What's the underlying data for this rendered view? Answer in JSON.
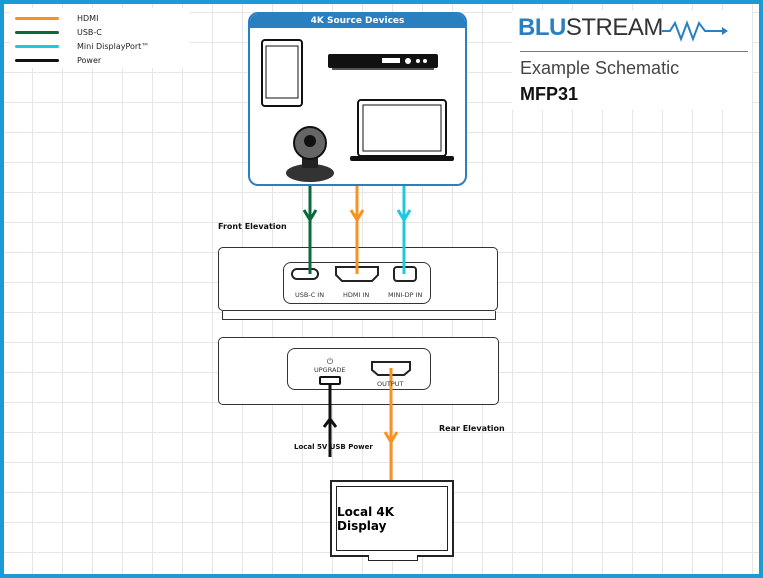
{
  "legend": [
    {
      "label": "HDMI",
      "color": "#f7931e"
    },
    {
      "label": "USB-C",
      "color": "#0a6b3a"
    },
    {
      "label": "Mini DisplayPort™",
      "color": "#1ec8e0"
    },
    {
      "label": "Power",
      "color": "#111111"
    }
  ],
  "brand": {
    "logo_bold": "BLU",
    "logo_rest": "STREAM",
    "subtitle": "Example Schematic",
    "model": "MFP31",
    "accent": "#2a7fc1"
  },
  "source": {
    "title": "4K Source Devices",
    "devices": [
      "tablet-icon",
      "bluray-player-icon",
      "laptop-icon",
      "conference-camera-icon"
    ]
  },
  "front": {
    "label": "Front Elevation",
    "ports": [
      "USB-C IN",
      "HDMI IN",
      "MINI-DP IN"
    ]
  },
  "rear": {
    "label": "Rear Elevation",
    "ports": [
      "UPGRADE",
      "OUTPUT"
    ],
    "power_label": "Local 5V USB Power"
  },
  "display": {
    "label": "Local 4K Display"
  }
}
